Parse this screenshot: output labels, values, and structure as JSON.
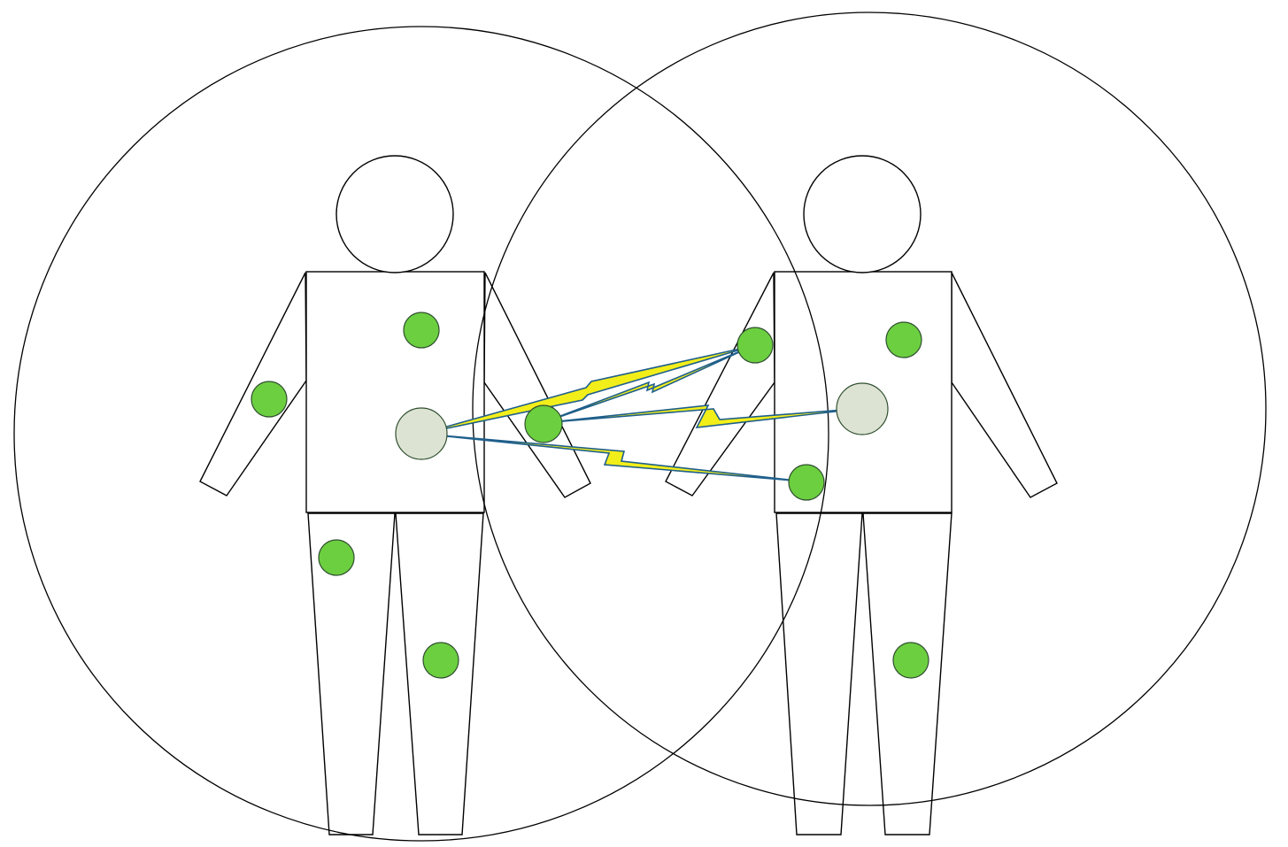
{
  "colors": {
    "background": "#ffffff",
    "outline": "#000000",
    "sensor": "#6ccf40",
    "hub": "#dde3d3",
    "link_fill": "#f2ee1a",
    "link_stroke": "#1f5f8b"
  },
  "people": [
    {
      "id": "person-left",
      "sensor_count": 6,
      "has_hub": true
    },
    {
      "id": "person-right",
      "sensor_count": 5,
      "has_hub": true
    }
  ],
  "links": [
    {
      "from": "left-hub",
      "to": "right-arm-sensor"
    },
    {
      "from": "left-hand-sensor",
      "to": "right-arm-sensor"
    },
    {
      "from": "left-hand-sensor",
      "to": "right-hub"
    },
    {
      "from": "left-hub",
      "to": "right-hip-sensor"
    }
  ]
}
